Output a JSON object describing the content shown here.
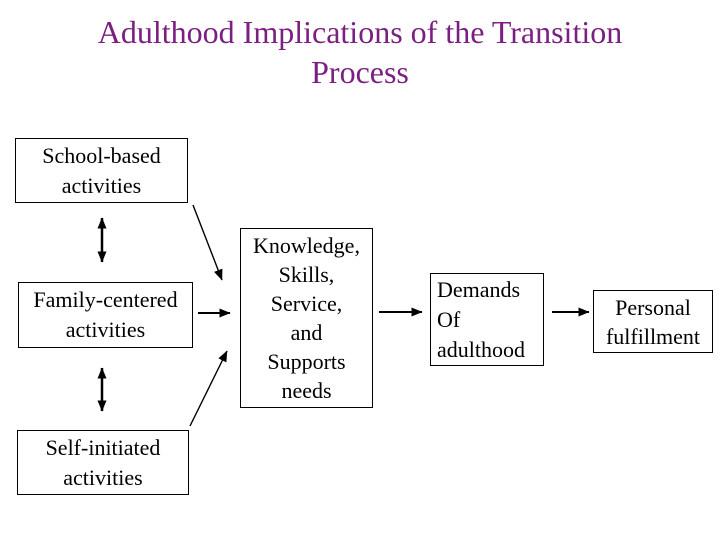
{
  "slide": {
    "title_lines": [
      "Adulthood Implications of the Transition",
      "Process"
    ],
    "title_color": "#7B1F82",
    "background_color": "#FFFFFF",
    "box_border_color": "#000000",
    "box_text_color": "#000000",
    "arrow_color": "#000000"
  },
  "boxes": {
    "school_based": {
      "lines": [
        "School-based",
        "activities"
      ]
    },
    "family_centered": {
      "lines": [
        "Family-centered",
        "activities"
      ]
    },
    "self_initiated": {
      "lines": [
        "Self-initiated",
        "activities"
      ]
    },
    "needs": {
      "lines": [
        "Knowledge,",
        "Skills,",
        "Service,",
        "and",
        "Supports",
        "needs"
      ]
    },
    "demands": {
      "lines": [
        "Demands",
        "Of",
        "adulthood"
      ]
    },
    "personal": {
      "lines": [
        "Personal",
        "fulfillment"
      ]
    }
  },
  "edges": [
    {
      "from": "school_based",
      "to": "family_centered",
      "style": "double-headed-vertical"
    },
    {
      "from": "family_centered",
      "to": "self_initiated",
      "style": "double-headed-vertical"
    },
    {
      "from": "school_based",
      "to": "needs",
      "style": "single-diagonal"
    },
    {
      "from": "family_centered",
      "to": "needs",
      "style": "single-horizontal"
    },
    {
      "from": "self_initiated",
      "to": "needs",
      "style": "single-diagonal"
    },
    {
      "from": "needs",
      "to": "demands",
      "style": "single-horizontal"
    },
    {
      "from": "demands",
      "to": "personal",
      "style": "single-horizontal"
    }
  ]
}
